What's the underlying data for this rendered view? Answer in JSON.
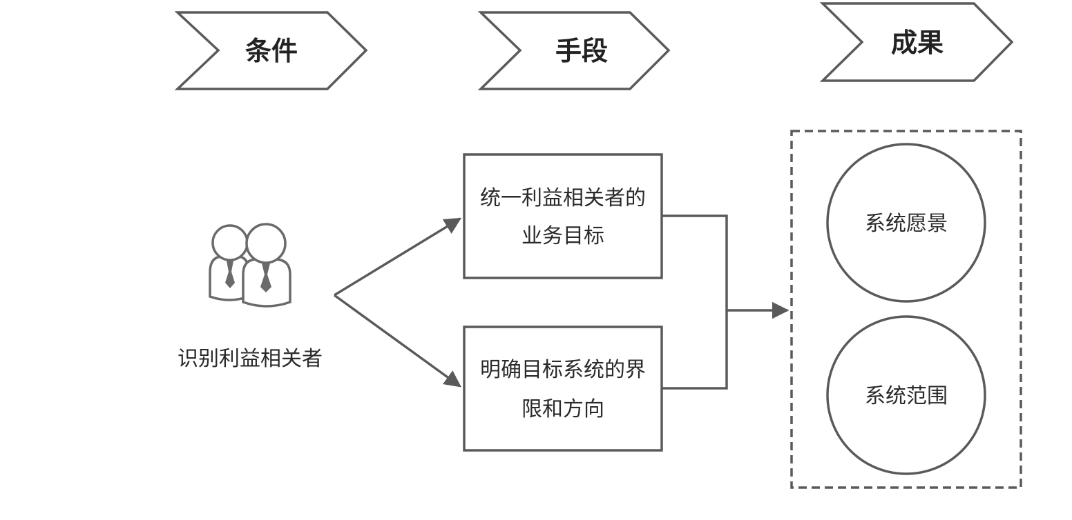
{
  "headers": {
    "conditions": "条件",
    "means": "手段",
    "results": "成果"
  },
  "stakeholder": {
    "label": "识别利益相关者",
    "icon": "people-icon"
  },
  "means": {
    "box1": {
      "line1": "统一利益相关者的",
      "line2": "业务目标"
    },
    "box2": {
      "line1": "明确目标系统的界",
      "line2": "限和方向"
    }
  },
  "results": {
    "circle1": "系统愿景",
    "circle2": "系统范围"
  }
}
